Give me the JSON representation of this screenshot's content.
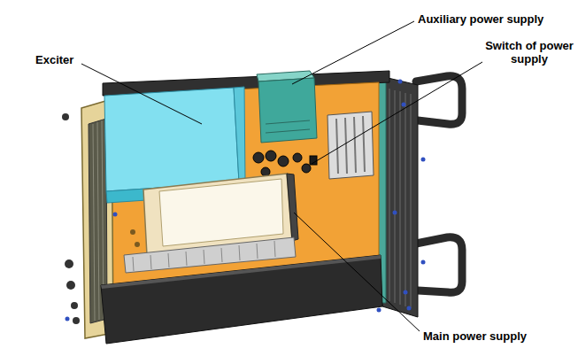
{
  "diagram": {
    "labels": [
      "Auxiliary power supply",
      "Exciter",
      "Switch of power supply",
      "Main power supply"
    ]
  }
}
